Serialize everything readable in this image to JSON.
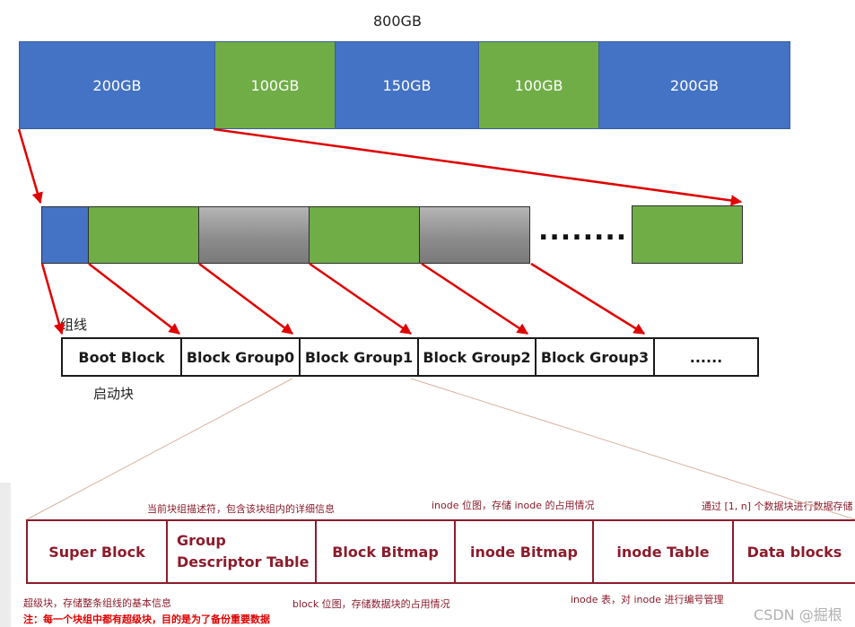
{
  "disk": {
    "total_label": "800GB",
    "segments": [
      {
        "label": "200GB",
        "color": "#4472c4"
      },
      {
        "label": "100GB",
        "color": "#70ad47"
      },
      {
        "label": "150GB",
        "color": "#4472c4"
      },
      {
        "label": "100GB",
        "color": "#70ad47"
      },
      {
        "label": "200GB",
        "color": "#4472c4"
      }
    ]
  },
  "partition": {
    "ellipsis": "........"
  },
  "block_groups": {
    "above_label": "组线",
    "below_label": "启动块",
    "cells": [
      "Boot Block",
      "Block Group0",
      "Block Group1",
      "Block Group2",
      "Block Group3",
      "......"
    ]
  },
  "group_detail": {
    "cells": [
      "Super Block",
      "Group\nDescriptor Table",
      "Block Bitmap",
      "inode Bitmap",
      "inode Table",
      "Data blocks"
    ],
    "notes": {
      "gdt": "当前块组描述符，包含该块组内的详细信息",
      "inode_bitmap": "inode 位图，存储 inode 的占用情况",
      "data_blocks": "通过 [1, n] 个数据块进行数据存储",
      "super_block": "超级块，存储整条组线的基本信息",
      "block_bitmap": "block 位图，存储数据块的占用情况",
      "inode_table": "inode 表，对 inode 进行编号管理",
      "warning": "注：每一个块组中都有超级块，目的是为了备份重要数据"
    }
  },
  "watermark": "CSDN @掘根",
  "colors": {
    "arrow": "#e00000",
    "detail_border": "#8b1c2c",
    "zoom_line": "#d8b3a0"
  }
}
